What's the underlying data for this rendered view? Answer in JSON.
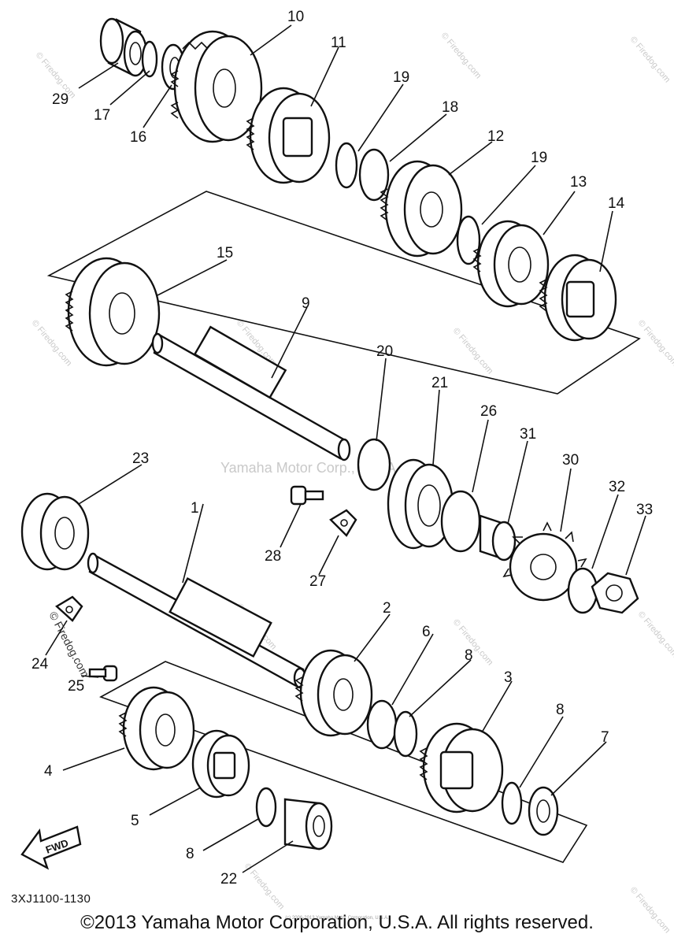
{
  "diagram_code": "3XJ1100-1130",
  "copyright": "©2013 Yamaha Motor Corporation, U.S.A. All rights reserved.",
  "fine_print": "(c) 2006-2013 Yamaha Motor Corporation, U.S.A.",
  "watermarks": {
    "center": "Yamaha Motor Corp., U.S.A.",
    "site": "© Firedog.com"
  },
  "fwd_label": "FWD",
  "parts": [
    {
      "id": "p1",
      "label": "1"
    },
    {
      "id": "p2",
      "label": "2"
    },
    {
      "id": "p3",
      "label": "3"
    },
    {
      "id": "p4",
      "label": "4"
    },
    {
      "id": "p5",
      "label": "5"
    },
    {
      "id": "p6",
      "label": "6"
    },
    {
      "id": "p7",
      "label": "7"
    },
    {
      "id": "p8a",
      "label": "8"
    },
    {
      "id": "p8b",
      "label": "8"
    },
    {
      "id": "p8c",
      "label": "8"
    },
    {
      "id": "p9",
      "label": "9"
    },
    {
      "id": "p10",
      "label": "10"
    },
    {
      "id": "p11",
      "label": "11"
    },
    {
      "id": "p12",
      "label": "12"
    },
    {
      "id": "p13",
      "label": "13"
    },
    {
      "id": "p14",
      "label": "14"
    },
    {
      "id": "p15",
      "label": "15"
    },
    {
      "id": "p16",
      "label": "16"
    },
    {
      "id": "p17",
      "label": "17"
    },
    {
      "id": "p18",
      "label": "18"
    },
    {
      "id": "p19a",
      "label": "19"
    },
    {
      "id": "p19b",
      "label": "19"
    },
    {
      "id": "p20",
      "label": "20"
    },
    {
      "id": "p21",
      "label": "21"
    },
    {
      "id": "p22",
      "label": "22"
    },
    {
      "id": "p23",
      "label": "23"
    },
    {
      "id": "p24",
      "label": "24"
    },
    {
      "id": "p25",
      "label": "25"
    },
    {
      "id": "p26",
      "label": "26"
    },
    {
      "id": "p27",
      "label": "27"
    },
    {
      "id": "p28",
      "label": "28"
    },
    {
      "id": "p29",
      "label": "29"
    },
    {
      "id": "p30",
      "label": "30"
    },
    {
      "id": "p31",
      "label": "31"
    },
    {
      "id": "p32",
      "label": "32"
    },
    {
      "id": "p33",
      "label": "33"
    }
  ]
}
